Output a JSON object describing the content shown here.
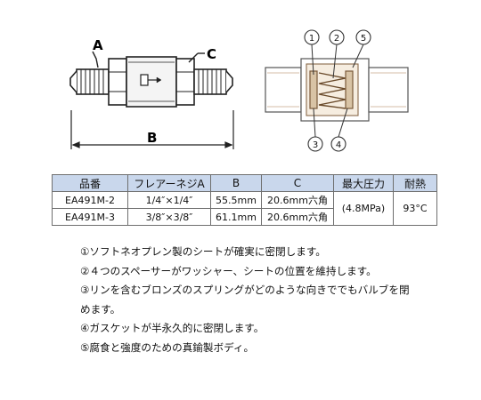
{
  "left_drawing": {
    "label_a": "A",
    "label_b": "B",
    "label_c": "C"
  },
  "right_drawing": {
    "callouts": [
      "1",
      "2",
      "3",
      "4",
      "5"
    ]
  },
  "table": {
    "headers": [
      "品番",
      "フレアーネジA",
      "B",
      "C",
      "最大圧力",
      "耐熱"
    ],
    "rows": [
      {
        "part": "EA491M-2",
        "thread": "1/4″×1/4″",
        "b": "55.5mm",
        "c": "20.6mm六角"
      },
      {
        "part": "EA491M-3",
        "thread": "3/8″×3/8″",
        "b": "61.1mm",
        "c": "20.6mm六角"
      }
    ],
    "max_pressure": "(4.8MPa)",
    "heat_resistance": "93°C"
  },
  "notes": [
    "①ソフトネオプレン製のシートが確実に密閉します。",
    "②４つのスペーサーがワッシャー、シートの位置を維持します。",
    "③リンを含むブロンズのスプリングがどのような向きででもバルブを閉めます。",
    "④ガスケットが半永久的に密閉します。",
    "⑤腐食と強度のための真鍮製ボディ。"
  ]
}
